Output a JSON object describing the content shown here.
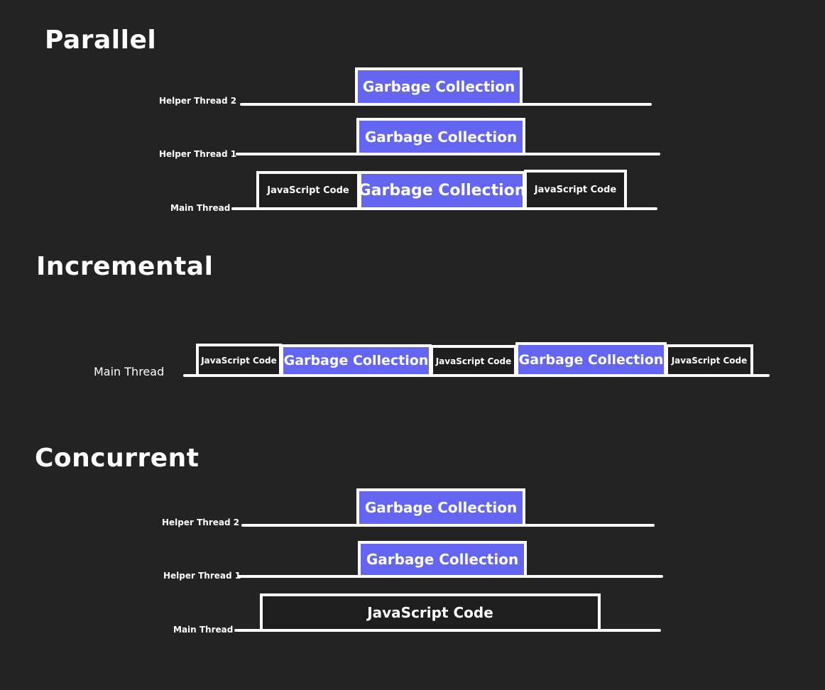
{
  "parallel": {
    "title": "Parallel",
    "helper2": {
      "label": "Helper Thread 2",
      "gc": "Garbage Collection"
    },
    "helper1": {
      "label": "Helper Thread 1",
      "gc": "Garbage Collection"
    },
    "main": {
      "label": "Main Thread",
      "js1": "JavaScript Code",
      "gc": "Garbage Collection",
      "js2": "JavaScript Code"
    }
  },
  "incremental": {
    "title": "Incremental",
    "main": {
      "label": "Main Thread",
      "js1": "JavaScript Code",
      "gc1": "Garbage Collection",
      "js2": "JavaScript Code",
      "gc2": "Garbage Collection",
      "js3": "JavaScript Code"
    }
  },
  "concurrent": {
    "title": "Concurrent",
    "helper2": {
      "label": "Helper Thread 2",
      "gc": "Garbage Collection"
    },
    "helper1": {
      "label": "Helper Thread 1",
      "gc": "Garbage Collection"
    },
    "main": {
      "label": "Main Thread",
      "js": "JavaScript Code"
    }
  },
  "colors": {
    "background": "#232323",
    "gc_fill": "#6466f1",
    "js_fill": "#1e1e1e",
    "stroke": "#ffffff"
  }
}
